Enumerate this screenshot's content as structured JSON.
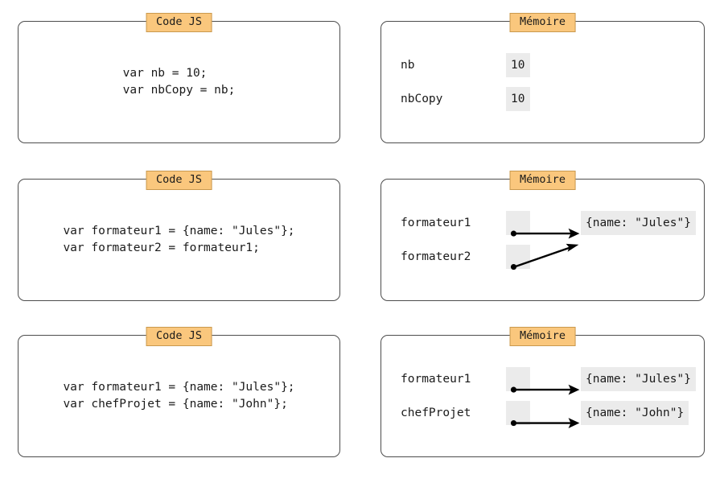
{
  "page": {
    "title": "JavaScript value vs reference memory diagram",
    "background": "#ffffff",
    "badge_color": "#fac77d",
    "badge_border": "#c9994e",
    "card_border": "#4d4d4d",
    "slot_color": "#ebebeb",
    "text_color": "#1a1a1a",
    "arrow_color": "#000000"
  },
  "labels": {
    "code": "Code JS",
    "memory": "Mémoire"
  },
  "rows": [
    {
      "id": "row-primitive-copy",
      "code": {
        "title": "Code JS",
        "lines": [
          "var nb = 10;",
          "var nbCopy = nb;"
        ],
        "text": "var nb = 10;\nvar nbCopy = nb;"
      },
      "memory": {
        "title": "Mémoire",
        "entries": [
          {
            "name": "nb",
            "kind": "scalar",
            "value": "10"
          },
          {
            "name": "nbCopy",
            "kind": "scalar",
            "value": "10"
          }
        ],
        "objects": [],
        "arrows": []
      }
    },
    {
      "id": "row-reference-shared",
      "code": {
        "title": "Code JS",
        "lines": [
          "var formateur1 = {name: \"Jules\"};",
          "var formateur2 = formateur1;"
        ],
        "text": "var formateur1 = {name: \"Jules\"};\nvar formateur2 = formateur1;"
      },
      "memory": {
        "title": "Mémoire",
        "entries": [
          {
            "name": "formateur1",
            "kind": "pointer",
            "value": ""
          },
          {
            "name": "formateur2",
            "kind": "pointer",
            "value": ""
          }
        ],
        "objects": [
          {
            "value": "{name: \"Jules\"}",
            "row": 0
          }
        ],
        "arrows": [
          {
            "from": "formateur1",
            "to": "{name: \"Jules\"}",
            "style": "straight"
          },
          {
            "from": "formateur2",
            "to": "{name: \"Jules\"}",
            "style": "diagonal"
          }
        ]
      }
    },
    {
      "id": "row-two-objects",
      "code": {
        "title": "Code JS",
        "lines": [
          "var formateur1 = {name: \"Jules\"};",
          "var chefProjet = {name: \"John\"};"
        ],
        "text": "var formateur1 = {name: \"Jules\"};\nvar chefProjet = {name: \"John\"};"
      },
      "memory": {
        "title": "Mémoire",
        "entries": [
          {
            "name": "formateur1",
            "kind": "pointer",
            "value": ""
          },
          {
            "name": "chefProjet",
            "kind": "pointer",
            "value": ""
          }
        ],
        "objects": [
          {
            "value": "{name: \"Jules\"}",
            "row": 0
          },
          {
            "value": "{name: \"John\"}",
            "row": 1
          }
        ],
        "arrows": [
          {
            "from": "formateur1",
            "to": "{name: \"Jules\"}",
            "style": "straight"
          },
          {
            "from": "chefProjet",
            "to": "{name: \"John\"}",
            "style": "straight"
          }
        ]
      }
    }
  ]
}
